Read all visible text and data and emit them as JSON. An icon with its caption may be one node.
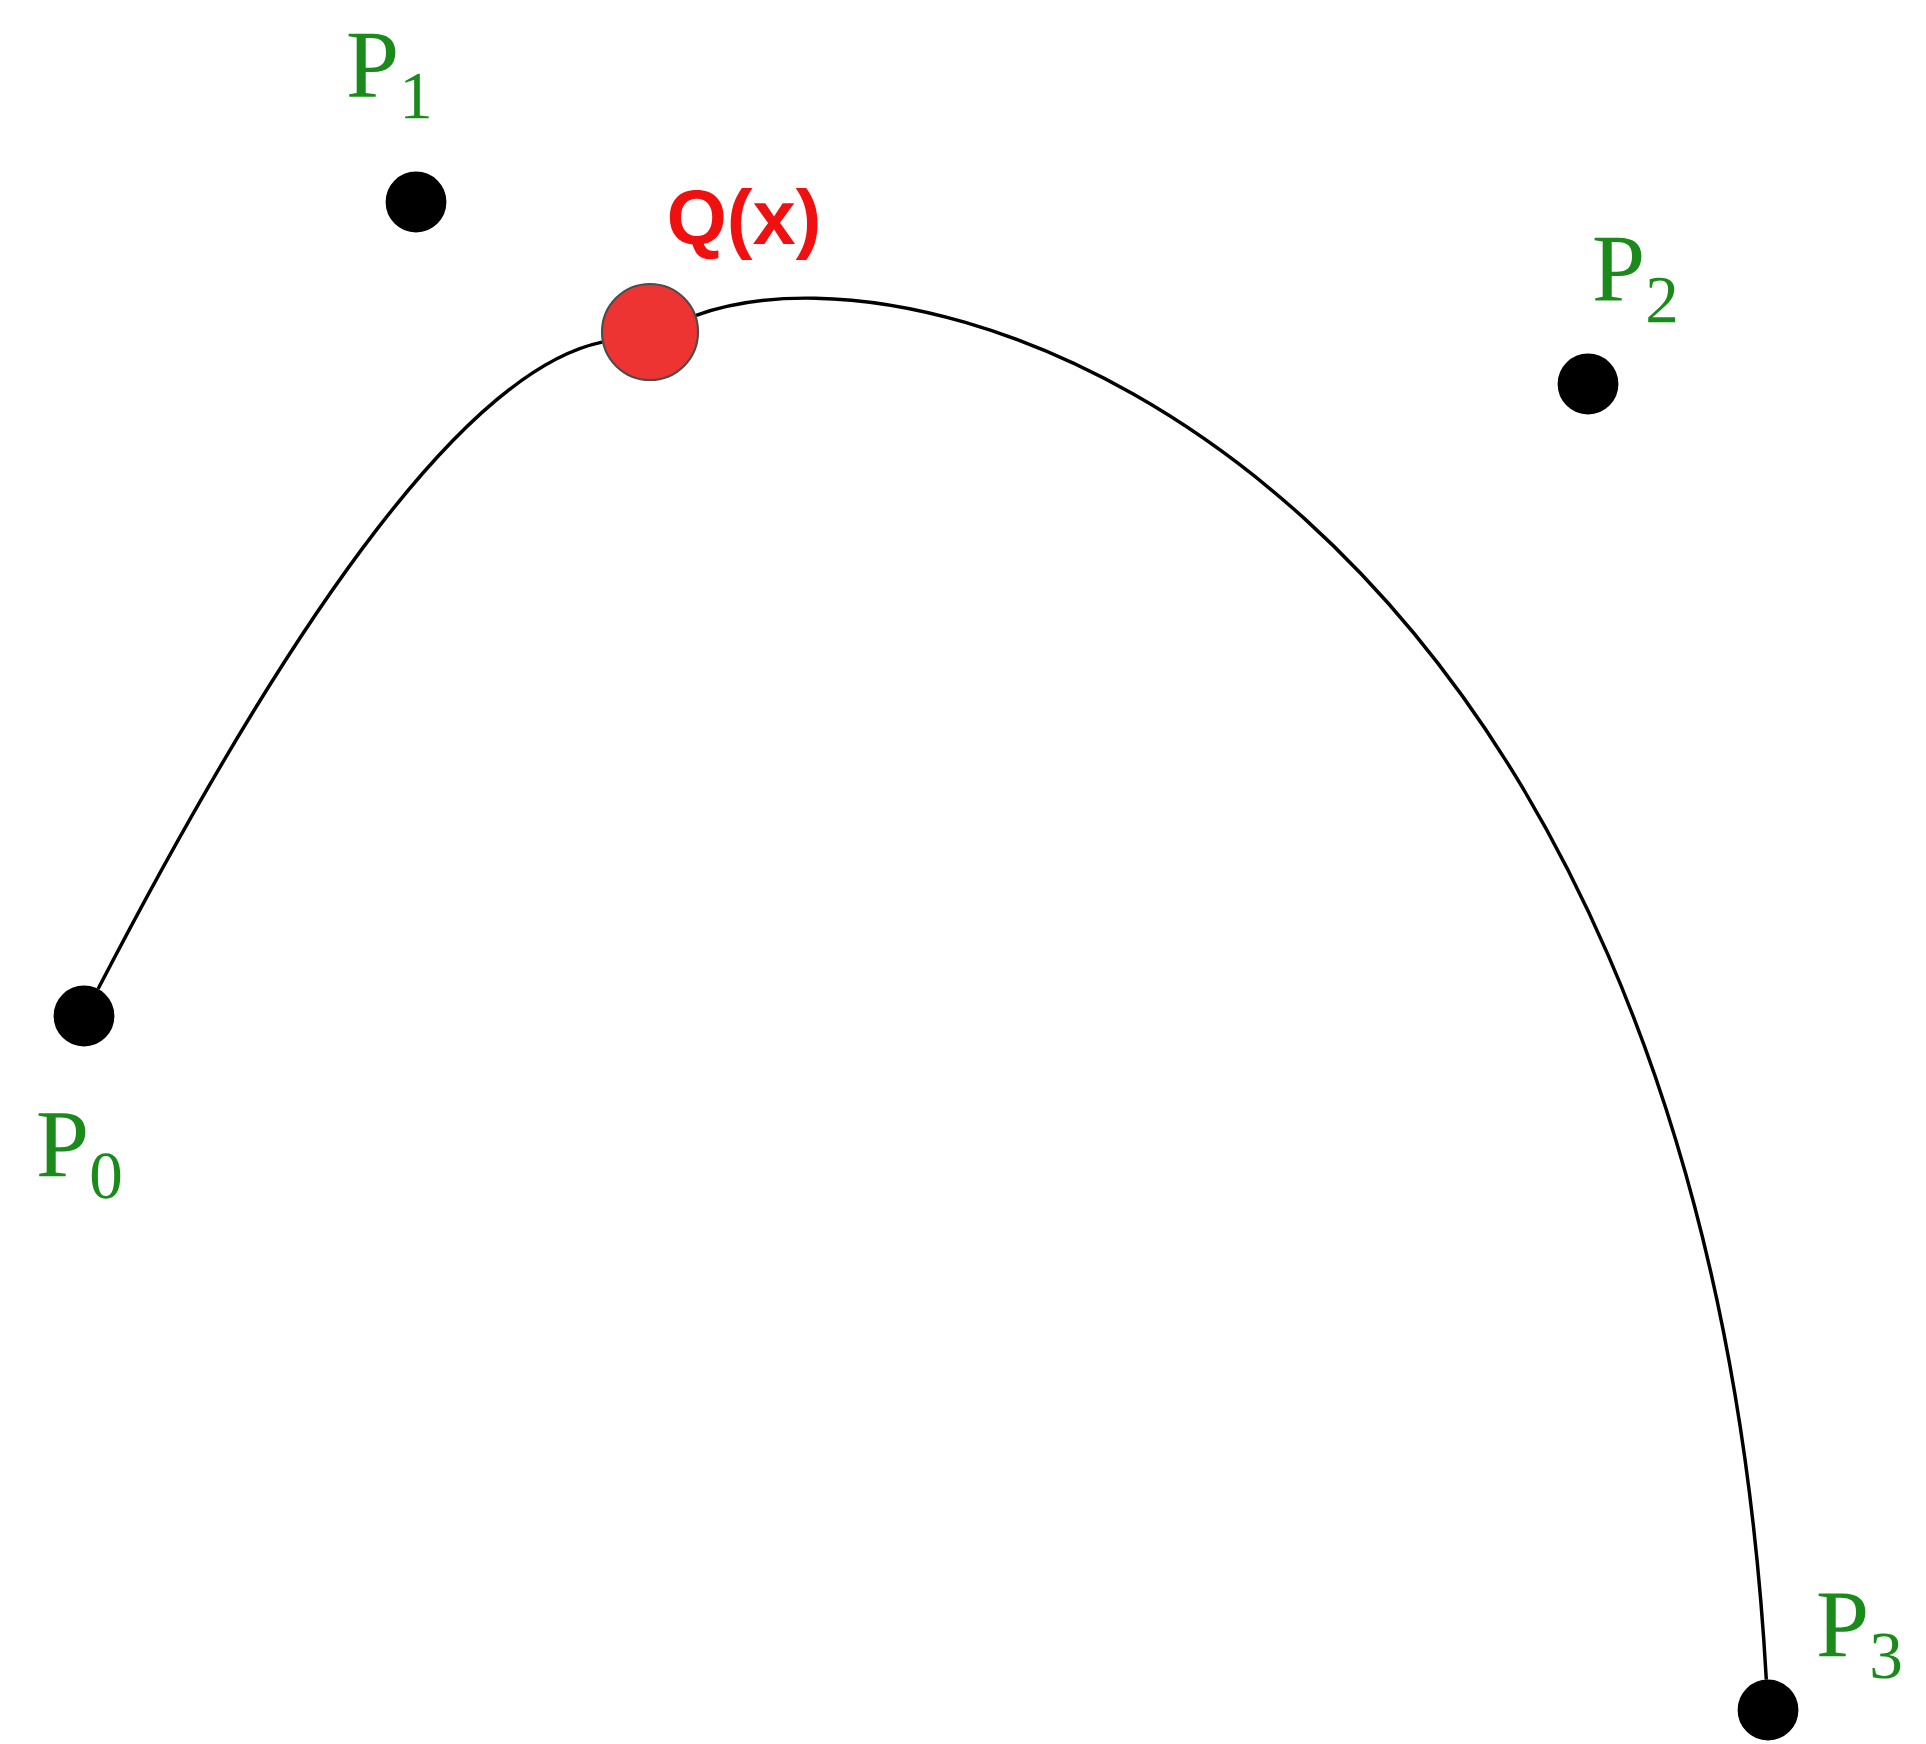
{
  "diagram": {
    "nodes": [
      {
        "text": [],
        "shape": "circle",
        "beside": [
          "P$_{0}$"
        ]
      },
      {
        "text": [],
        "shape": "circle",
        "beside": [
          "P$_{1}$"
        ]
      },
      {
        "text": [],
        "shape": "circle",
        "beside": [
          "P$_{2}$"
        ]
      },
      {
        "text": [],
        "shape": "circle",
        "beside": [
          "P$_{3}$"
        ]
      },
      {
        "text": [],
        "shape": "circle",
        "beside": [
          "Q(x)"
        ]
      }
    ],
    "edges": [
      {
        "from": 0,
        "to": 4,
        "arrow": "none"
      },
      {
        "from": 4,
        "to": 3,
        "arrow": "none"
      }
    ]
  }
}
